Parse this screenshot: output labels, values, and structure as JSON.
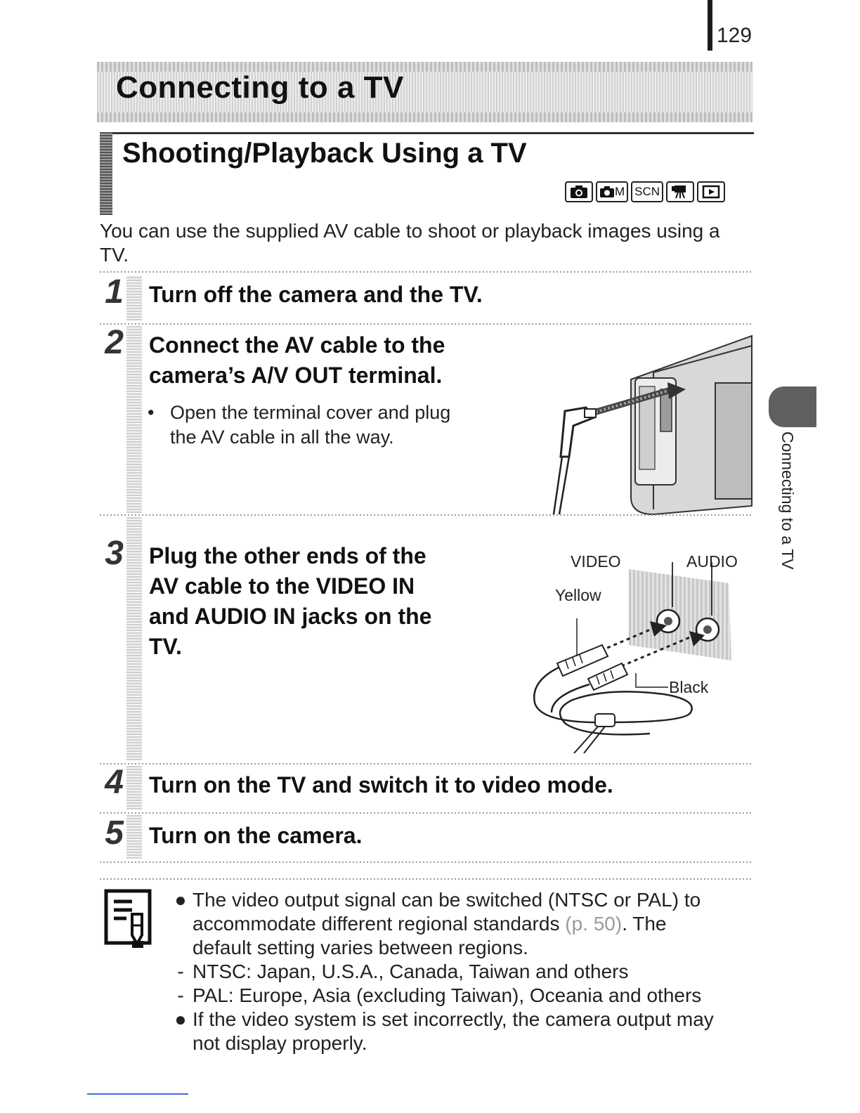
{
  "page_number": "129",
  "banner_title": "Connecting to a TV",
  "section_title": "Shooting/Playback Using a TV",
  "mode_icons": [
    {
      "name": "auto-mode-icon",
      "label": ""
    },
    {
      "name": "camera-m-mode-icon",
      "label": "M"
    },
    {
      "name": "scene-mode-icon",
      "label": "SCN"
    },
    {
      "name": "movie-mode-icon",
      "label": ""
    },
    {
      "name": "playback-mode-icon",
      "label": ""
    }
  ],
  "intro": "You can use the supplied AV cable to shoot or playback images using a TV.",
  "steps": [
    {
      "num": "1",
      "title": "Turn off the camera and the TV."
    },
    {
      "num": "2",
      "title_line1": "Connect the AV cable to the",
      "title_line2": "camera’s A/V OUT terminal.",
      "bullet": "•",
      "bullet_line1": "Open the terminal cover and plug",
      "bullet_line2": "the AV cable in all the way."
    },
    {
      "num": "3",
      "title_line1": "Plug the other ends of the",
      "title_line2": "AV cable to the VIDEO IN",
      "title_line3": "and AUDIO IN jacks on the",
      "title_line4": "TV."
    },
    {
      "num": "4",
      "title": "Turn on the TV and switch it to video mode."
    },
    {
      "num": "5",
      "title": "Turn on the camera."
    }
  ],
  "diagram_labels": {
    "video": "VIDEO",
    "audio": "AUDIO",
    "yellow": "Yellow",
    "black": "Black"
  },
  "side_tab_label": "Connecting to a TV",
  "notes": {
    "bullet": "●",
    "dash": "-",
    "n1_line1": "The video output signal can be switched (NTSC or PAL) to",
    "n1_line2": "accommodate different regional standards",
    "n1_ref": "(p. 50)",
    "n1_line2_end": ". The",
    "n1_line3": "default setting varies between regions.",
    "n2": "NTSC: Japan, U.S.A., Canada, Taiwan and others",
    "n3": "PAL: Europe, Asia (excluding Taiwan), Oceania and others",
    "n4_line1": "If the video system is set incorrectly, the camera output may",
    "n4_line2": "not display properly."
  }
}
